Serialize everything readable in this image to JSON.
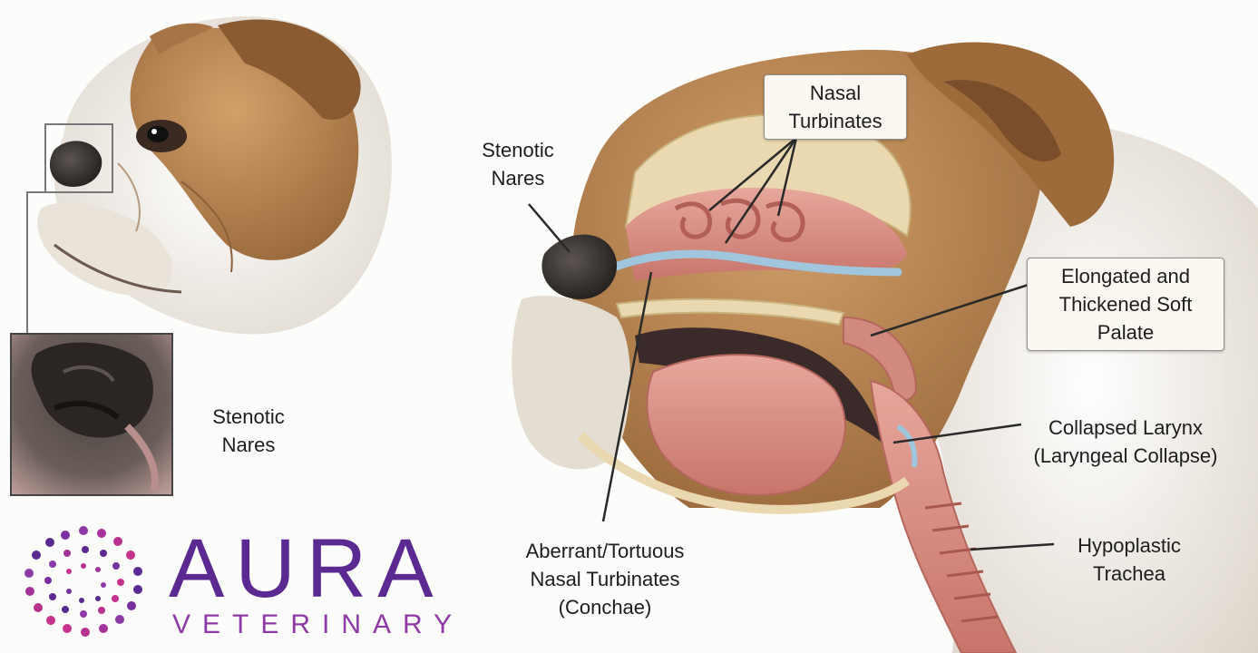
{
  "labels": {
    "left_stenotic_nares": "Stenotic\nNares",
    "stenotic_nares": "Stenotic\nNares",
    "nasal_turbinates": "Nasal\nTurbinates",
    "soft_palate": "Elongated and\nThickened Soft\nPalate",
    "collapsed_larynx": "Collapsed Larynx\n(Laryngeal Collapse)",
    "hypoplastic_trachea": "Hypoplastic\nTrachea",
    "aberrant_turbinates": "Aberrant/Tortuous\nNasal Turbinates\n(Conchae)"
  },
  "logo": {
    "name": "AURA",
    "subtitle": "VETERINARY",
    "colors": {
      "primary": "#5a2a92",
      "secondary": "#8e3aa6",
      "accent": "#c7318d"
    }
  },
  "colors": {
    "fur_tan": "#b58552",
    "fur_white": "#f1ece4",
    "tissue_pink": "#d98f84",
    "airway_blue": "#9fc6dc",
    "bone_cream": "#ead9b0"
  }
}
